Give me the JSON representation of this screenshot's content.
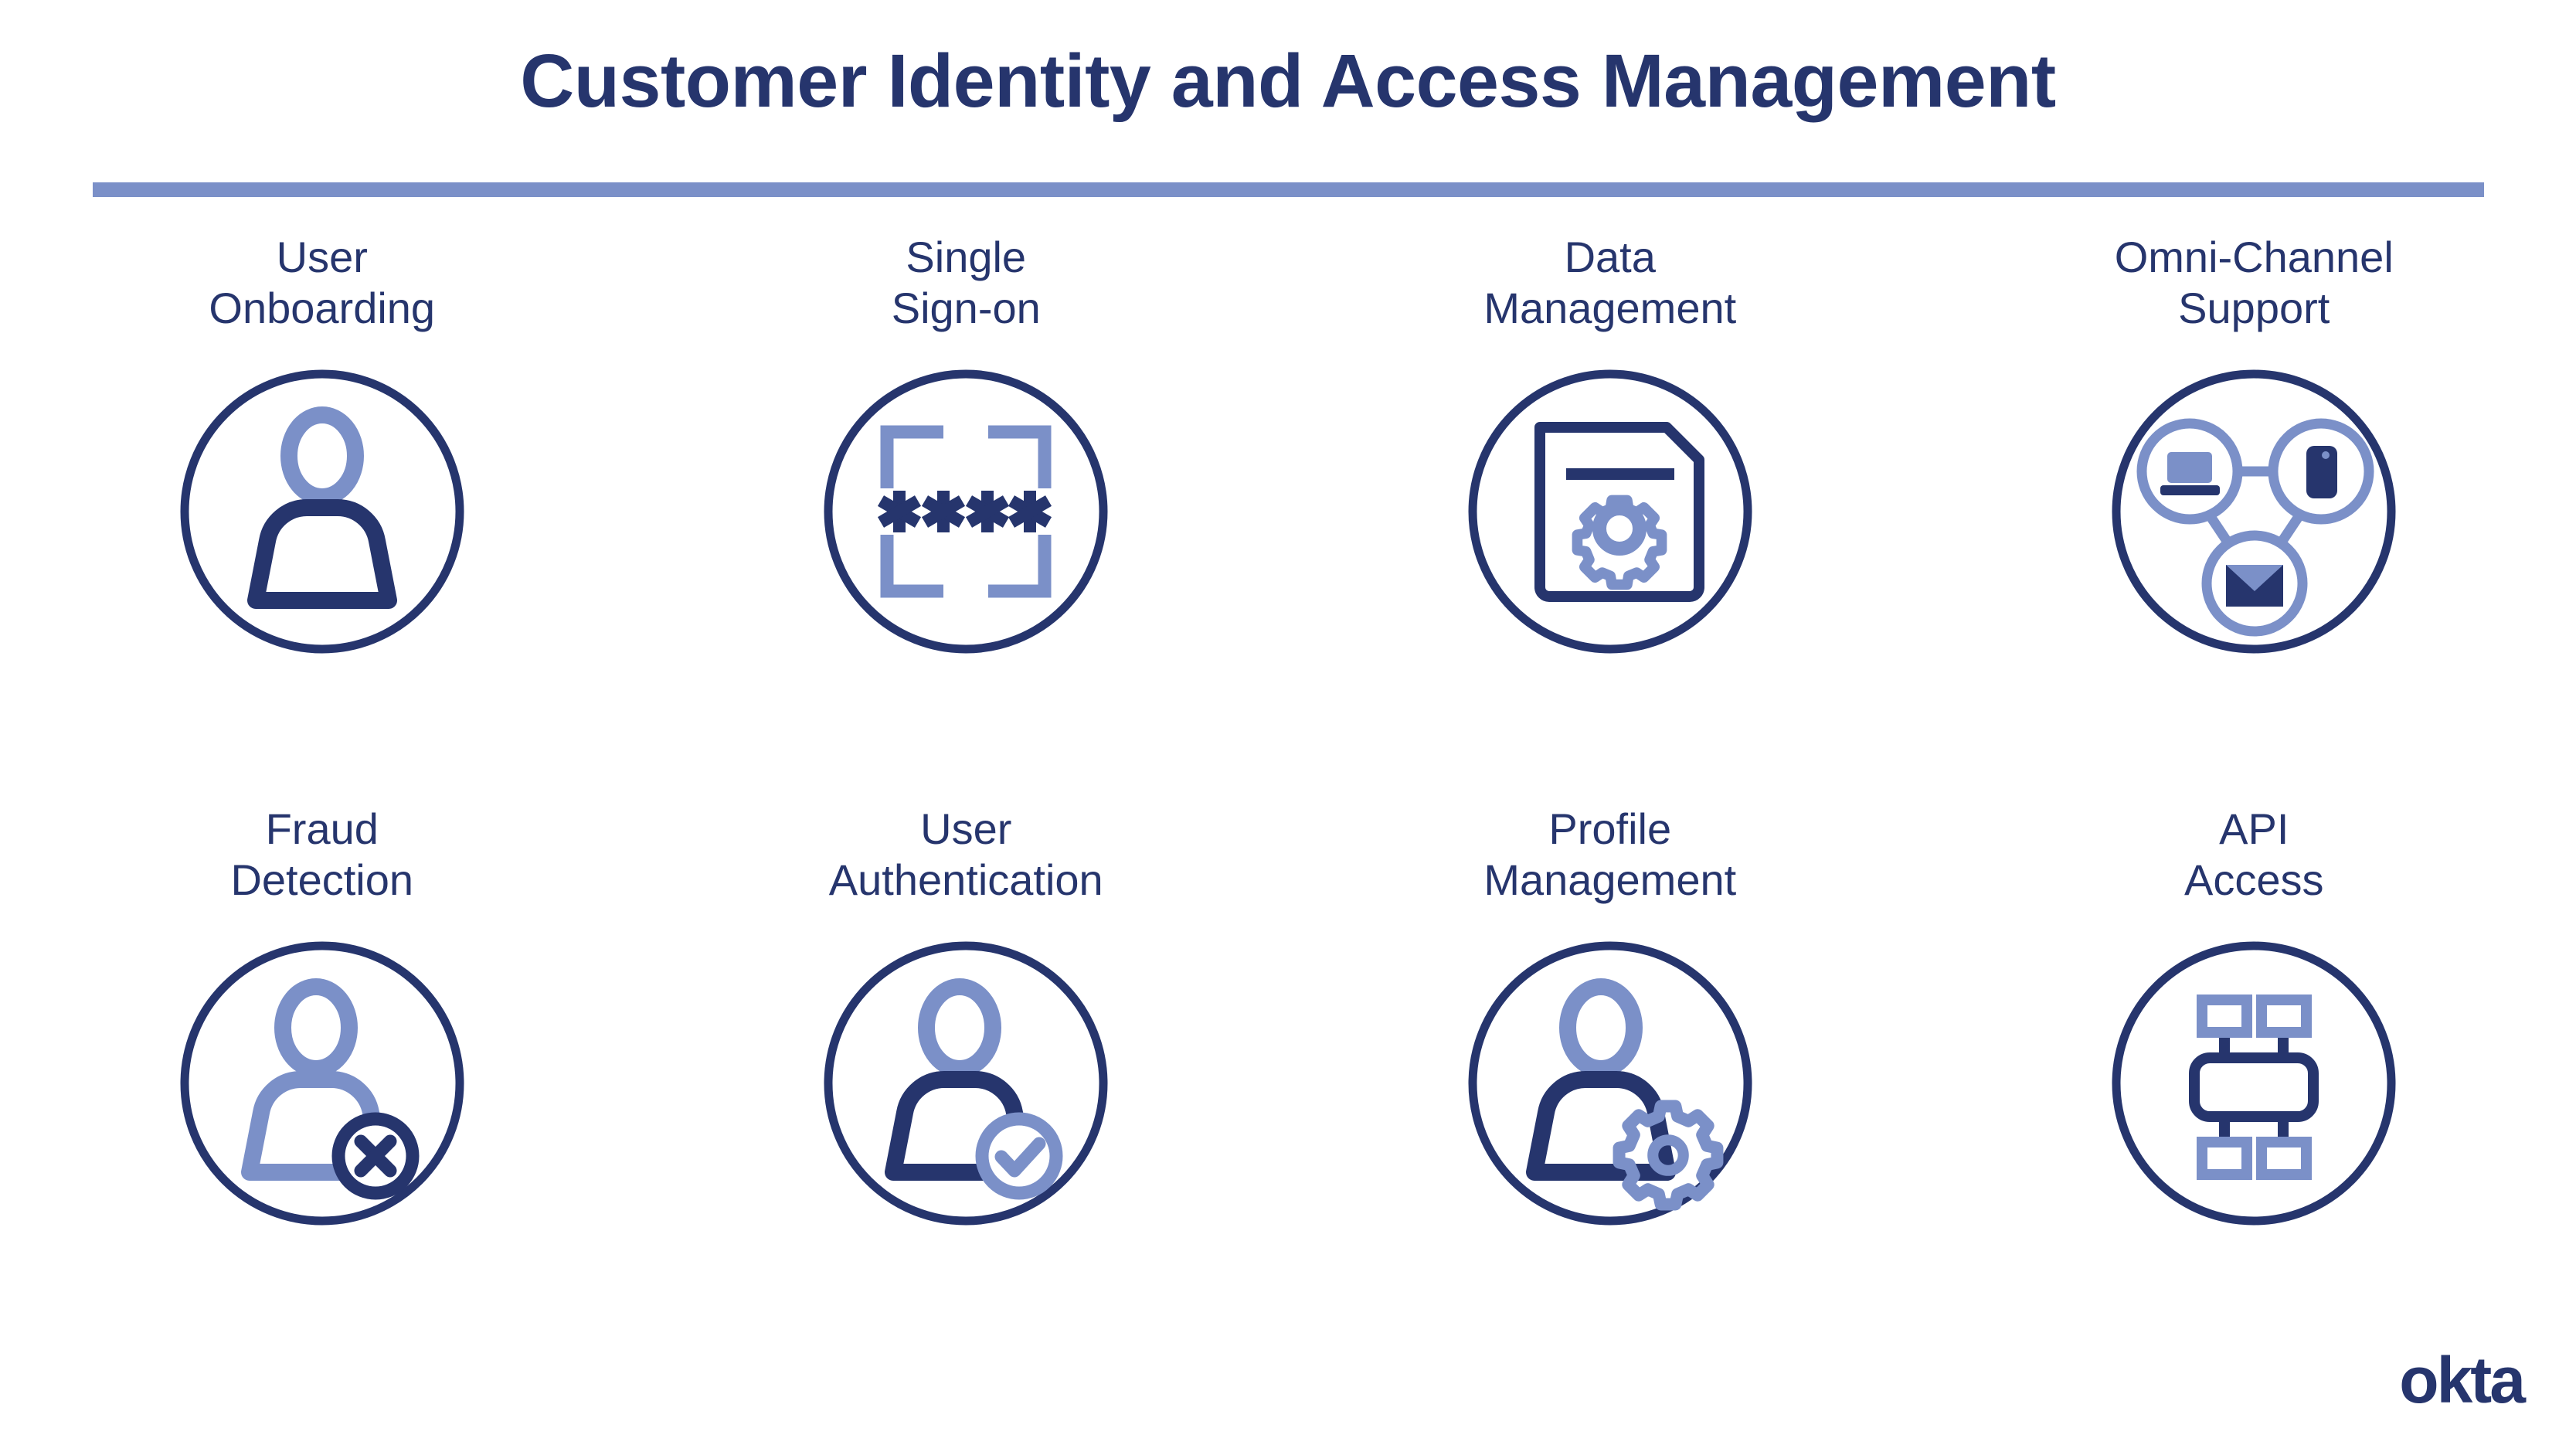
{
  "header": {
    "title": "Customer Identity and Access Management",
    "divider_color": "#7b90c8"
  },
  "colors": {
    "navy": "#26356d",
    "light_blue": "#7b90c8",
    "background": "#ffffff"
  },
  "rows": [
    {
      "cells": [
        {
          "label": "User\nOnboarding",
          "icon": "user-icon"
        },
        {
          "label": "Single\nSign-on",
          "icon": "password-scan-icon"
        },
        {
          "label": "Data\nManagement",
          "icon": "document-gear-icon"
        },
        {
          "label": "Omni-Channel\nSupport",
          "icon": "multi-device-network-icon"
        }
      ]
    },
    {
      "cells": [
        {
          "label": "Fraud\nDetection",
          "icon": "user-blocked-icon"
        },
        {
          "label": "User\nAuthentication",
          "icon": "user-verified-icon"
        },
        {
          "label": "Profile\nManagement",
          "icon": "user-gear-icon"
        },
        {
          "label": "API\nAccess",
          "icon": "api-nodes-icon"
        }
      ]
    }
  ],
  "footer": {
    "logo_text": "okta"
  }
}
